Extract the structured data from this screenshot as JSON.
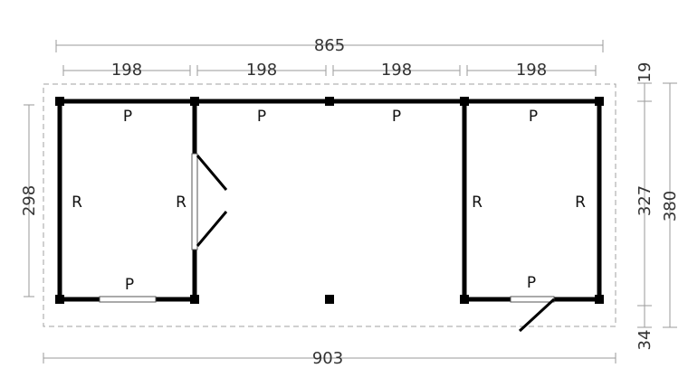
{
  "colors": {
    "wall": "#000000",
    "dimension": "#9a9a9a",
    "outline": "#9a9a9a",
    "text": "#333333"
  },
  "dimensions": {
    "top_total": "865",
    "top_segments": [
      "198",
      "198",
      "198",
      "198"
    ],
    "left": "298",
    "bottom_total": "903",
    "right_top": "19",
    "right_middle": "327",
    "right_full": "380",
    "right_bottom": "34"
  },
  "labels": {
    "p_top_1": "P",
    "p_top_2": "P",
    "p_top_3": "P",
    "p_top_4": "P",
    "r_left_outer": "R",
    "r_left_inner": "R",
    "r_right_inner": "R",
    "r_right_outer": "R",
    "p_bottom_left": "P",
    "p_bottom_right": "P"
  }
}
